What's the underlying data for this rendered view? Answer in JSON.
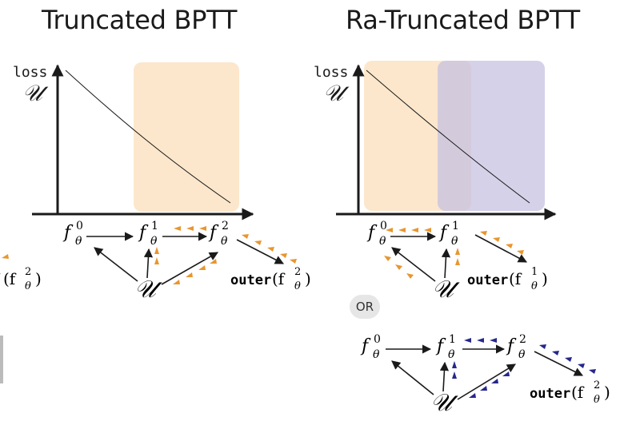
{
  "titles": {
    "left": "Truncated BPTT",
    "right": "Ra-Truncated BPTT"
  },
  "axis": {
    "loss_label": "loss",
    "u_symbol": "𝒰"
  },
  "nodes": {
    "f_base": "f",
    "theta": "θ",
    "sup0": "0",
    "sup1": "1",
    "sup2": "2",
    "u_symbol": "𝒰"
  },
  "outer": {
    "word": "outer",
    "left_text": "(f",
    "theta": "θ",
    "close": ")"
  },
  "or_label": "OR",
  "colors": {
    "orange_window": "#fbe3c3",
    "purple_window": "#c5c2e0",
    "orange_arrow": "#e8962f",
    "blue_arrow": "#25288a",
    "ink": "#1a1a1a"
  }
}
